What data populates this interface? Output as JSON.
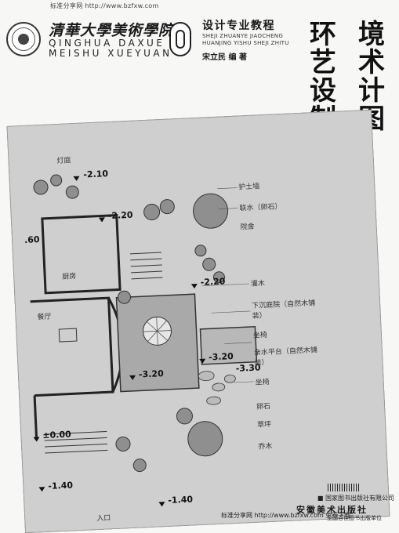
{
  "header": {
    "site_watermark_top": "标准分享网 http://www.bzfxw.com",
    "school_name_cn": "清華大學美術學院",
    "school_name_en_line1": "QINGHUA DAXUE",
    "school_name_en_line2": "MEISHU XUEYUAN",
    "series_title_cn": "设计专业教程",
    "series_pinyin": "SHEJI ZHUANYE JIAOCHENG HUANJING YISHU SHEJI ZHITU",
    "author": "宋立民  编 著",
    "seal_icon": "university-seal-icon",
    "series_icon": "series-emblem-icon"
  },
  "title": {
    "col_left": [
      "环",
      "艺",
      "设",
      "制"
    ],
    "col_right": [
      "境",
      "术",
      "计",
      "图"
    ]
  },
  "plan": {
    "labels": {
      "hujiao": "护土墙",
      "tingshui": "联水（卵石）",
      "yuansuo": "院舍",
      "chufang": "厨房",
      "canting": "餐厅",
      "guanmu": "灌木",
      "xiachenting": "下沉庭院（自然木铺装）",
      "zuoyi": "坐椅",
      "qinshui": "亲水平台（自然木铺装）",
      "zuoyi2": "坐椅",
      "luanshi": "卵石",
      "caoping": "草坪",
      "qiaomu": "乔木",
      "rukou": "入口",
      "top_left": "灯庭"
    },
    "levels": {
      "l1": "-2.10",
      "l2": "-2.20",
      "l3": "-2.20",
      "l4": "-3.20",
      "l5": "-3.20",
      "l6": "-3.30",
      "l7": "±0.00",
      "l8": "-1.40",
      "l9": "-1.40",
      "l10": ".60"
    }
  },
  "footer": {
    "publisher_top": "■ 国家图书出版社有限公司",
    "publisher_name": "安徽美术出版社",
    "publisher_sub": "全国百佳图书出版单位",
    "site_watermark_bottom": "标准分享网 http://www.bzfxw.com 免费下载"
  }
}
